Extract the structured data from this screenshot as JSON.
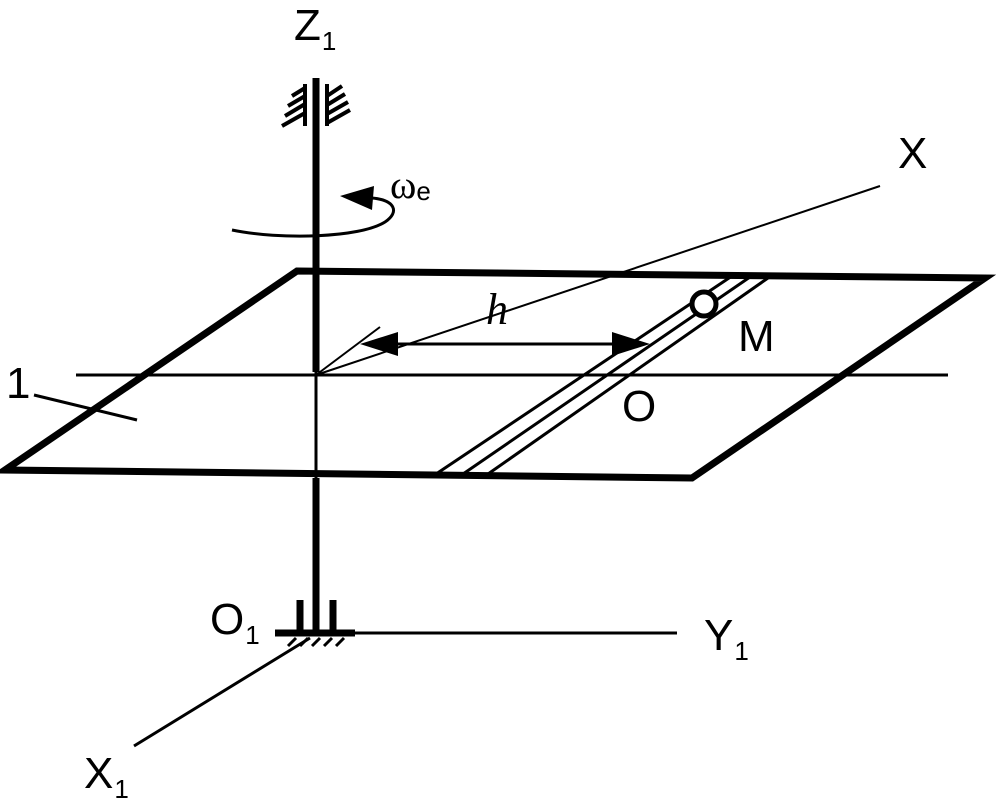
{
  "labels": {
    "z1_main": "Z",
    "z1_sub": "1",
    "x_axis": "X",
    "omega_main": "ω",
    "omega_sub": "e",
    "h": "h",
    "m_point": "M",
    "o_point": "O",
    "one": "1",
    "o1_main": "O",
    "o1_sub": "1",
    "y1_main": "Y",
    "y1_sub": "1",
    "x1_main": "X",
    "x1_sub": "1"
  },
  "colors": {
    "line": "#000000",
    "background": "#ffffff"
  }
}
